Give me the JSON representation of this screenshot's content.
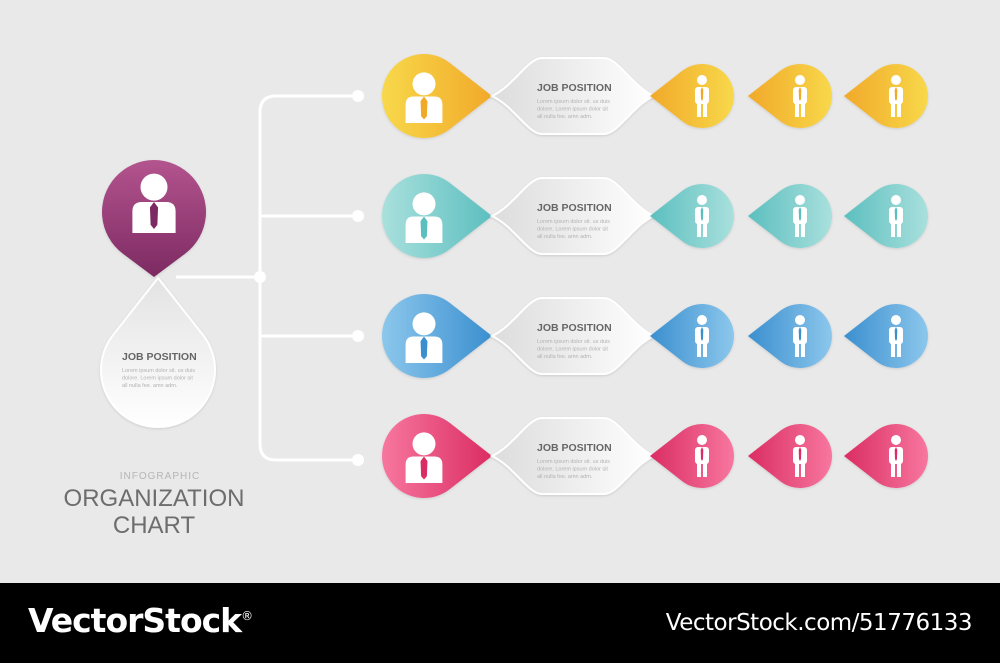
{
  "root": {
    "color_top": "#b3548e",
    "color_bottom": "#7d2a62",
    "title": "JOB POSITION",
    "lorem": [
      "Lorem ipsum dolor sit. us duis",
      "dolore. Lorem ipsum dolor sit",
      "all nulla fee. amn adm."
    ]
  },
  "caption": {
    "small": "INFOGRAPHIC",
    "line1": "ORGANIZATION",
    "line2": "CHART"
  },
  "branches": [
    {
      "name": "yellow",
      "light": "#f8d84a",
      "dark": "#f1a92a",
      "title": "JOB POSITION",
      "lorem": [
        "Lorem ipsum dolor sit. us duis",
        "dolore. Lorem ipsum dolor sit",
        "all nulla fee. amn adm."
      ]
    },
    {
      "name": "teal",
      "light": "#a9e0dd",
      "dark": "#5cbfbf",
      "title": "JOB POSITION",
      "lorem": [
        "Lorem ipsum dolor sit. us duis",
        "dolore. Lorem ipsum dolor sit",
        "all nulla fee. amn adm."
      ]
    },
    {
      "name": "blue",
      "light": "#8cc7ec",
      "dark": "#3b8fcf",
      "title": "JOB POSITION",
      "lorem": [
        "Lorem ipsum dolor sit. us duis",
        "dolore. Lorem ipsum dolor sit",
        "all nulla fee. amn adm."
      ]
    },
    {
      "name": "pink",
      "light": "#f7779f",
      "dark": "#da2d63",
      "title": "JOB POSITION",
      "lorem": [
        "Lorem ipsum dolor sit. us duis",
        "dolore. Lorem ipsum dolor sit",
        "all nulla fee. amn adm."
      ]
    }
  ],
  "footer": {
    "brand_left": "VectorStock",
    "registered": "®",
    "brand_right": "VectorStock.com/51776133"
  }
}
